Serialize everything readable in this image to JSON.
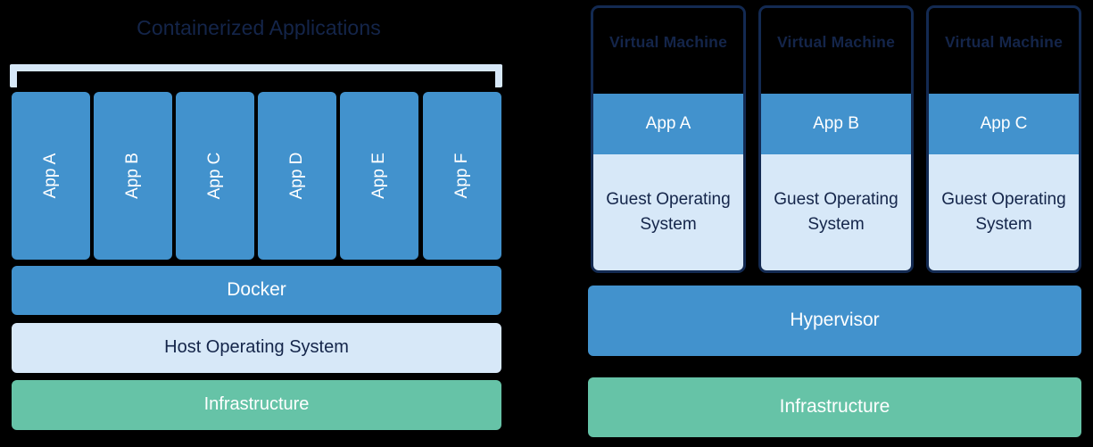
{
  "colors": {
    "background": "#000000",
    "accent_blue": "#4292cd",
    "light_blue": "#d7e8f8",
    "green": "#66c3a7",
    "navy_text": "#14254a",
    "navy_border": "#132a52",
    "white_text": "#ffffff"
  },
  "left_panel": {
    "title": "Containerized Applications",
    "app_columns": [
      {
        "label": "App A"
      },
      {
        "label": "App B"
      },
      {
        "label": "App C"
      },
      {
        "label": "App D"
      },
      {
        "label": "App E"
      },
      {
        "label": "App F"
      }
    ],
    "layers": [
      {
        "label": "Docker",
        "color": "#4292cd"
      },
      {
        "label": "Host Operating System",
        "color": "#d7e8f8"
      },
      {
        "label": "Infrastructure",
        "color": "#66c3a7"
      }
    ]
  },
  "right_panel": {
    "virtual_machines": [
      {
        "title": "Virtual Machine",
        "app": "App A",
        "guest_os": "Guest Operating System"
      },
      {
        "title": "Virtual Machine",
        "app": "App B",
        "guest_os": "Guest Operating System"
      },
      {
        "title": "Virtual Machine",
        "app": "App C",
        "guest_os": "Guest Operating System"
      }
    ],
    "layers": [
      {
        "label": "Hypervisor",
        "color": "#4292cd"
      },
      {
        "label": "Infrastructure",
        "color": "#66c3a7"
      }
    ]
  }
}
